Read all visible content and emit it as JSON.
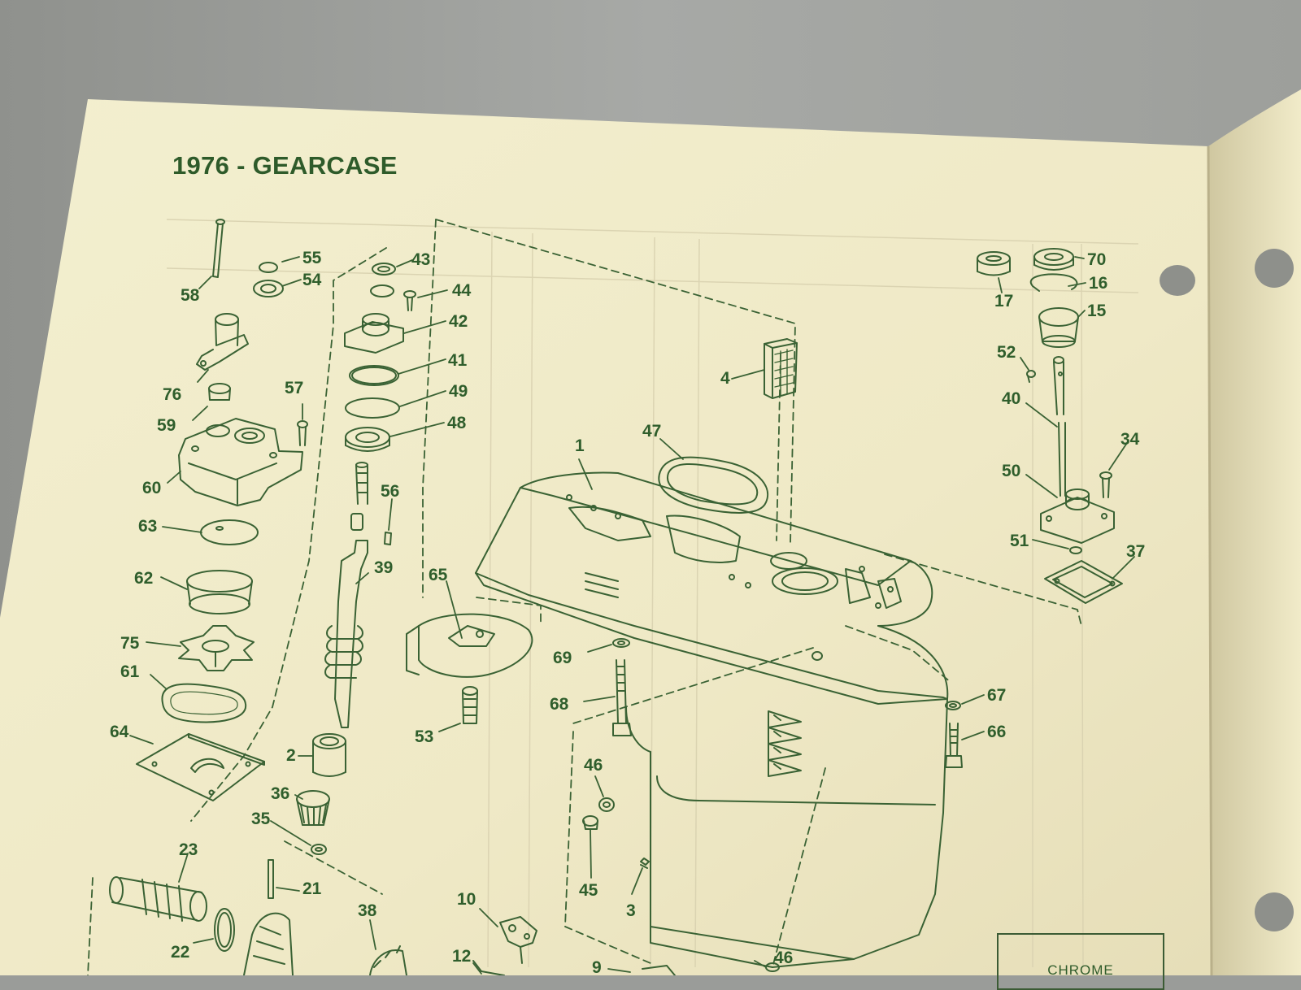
{
  "page": {
    "title": "1976 - GEARCASE",
    "box_label": "CHROME"
  },
  "diagram": {
    "callouts": [
      {
        "label": "55"
      },
      {
        "label": "54"
      },
      {
        "label": "58"
      },
      {
        "label": "43"
      },
      {
        "label": "44"
      },
      {
        "label": "42"
      },
      {
        "label": "41"
      },
      {
        "label": "49"
      },
      {
        "label": "48"
      },
      {
        "label": "76"
      },
      {
        "label": "57"
      },
      {
        "label": "59"
      },
      {
        "label": "60"
      },
      {
        "label": "56"
      },
      {
        "label": "63"
      },
      {
        "label": "39"
      },
      {
        "label": "62"
      },
      {
        "label": "65"
      },
      {
        "label": "75"
      },
      {
        "label": "61"
      },
      {
        "label": "69"
      },
      {
        "label": "68"
      },
      {
        "label": "64"
      },
      {
        "label": "53"
      },
      {
        "label": "2"
      },
      {
        "label": "36"
      },
      {
        "label": "35"
      },
      {
        "label": "23"
      },
      {
        "label": "21"
      },
      {
        "label": "22"
      },
      {
        "label": "38"
      },
      {
        "label": "10"
      },
      {
        "label": "12"
      },
      {
        "label": "9"
      },
      {
        "label": "46"
      },
      {
        "label": "45"
      },
      {
        "label": "3"
      },
      {
        "label": "46"
      },
      {
        "label": "1"
      },
      {
        "label": "47"
      },
      {
        "label": "4"
      },
      {
        "label": "70"
      },
      {
        "label": "17"
      },
      {
        "label": "16"
      },
      {
        "label": "15"
      },
      {
        "label": "52"
      },
      {
        "label": "40"
      },
      {
        "label": "34"
      },
      {
        "label": "50"
      },
      {
        "label": "51"
      },
      {
        "label": "37"
      },
      {
        "label": "67"
      },
      {
        "label": "66"
      }
    ]
  }
}
